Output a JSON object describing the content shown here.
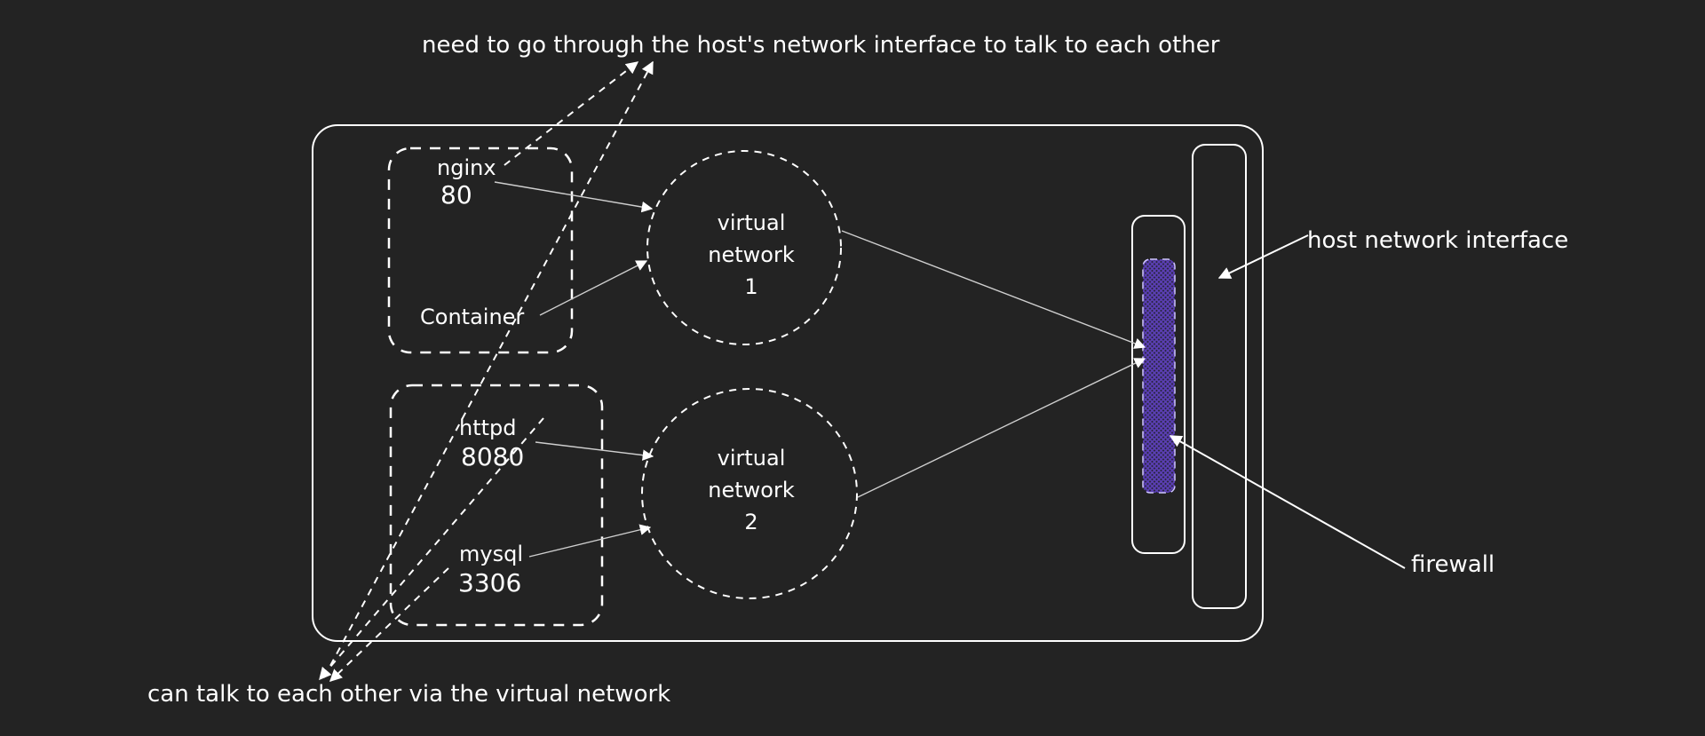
{
  "diagram": {
    "title_annotation": "need to go through the host's network interface to talk to each other",
    "bottom_annotation": "can talk to each other via the virtual network",
    "host_network_interface_label": "host network interface",
    "firewall_label": "firewall",
    "containers": [
      {
        "id": "container-1",
        "label": "Container",
        "services": [
          {
            "name": "nginx",
            "port": "80"
          }
        ]
      },
      {
        "id": "container-2",
        "services": [
          {
            "name": "httpd",
            "port": "8080"
          },
          {
            "name": "mysql",
            "port": "3306"
          }
        ]
      }
    ],
    "networks": [
      {
        "line1": "virtual",
        "line2": "network",
        "line3": "1"
      },
      {
        "line1": "virtual",
        "line2": "network",
        "line3": "2"
      }
    ],
    "colors": {
      "background": "#232323",
      "stroke": "#ffffff",
      "container_hatch": "#2f9e44",
      "firewall_fill": "#5b3fb5"
    }
  }
}
